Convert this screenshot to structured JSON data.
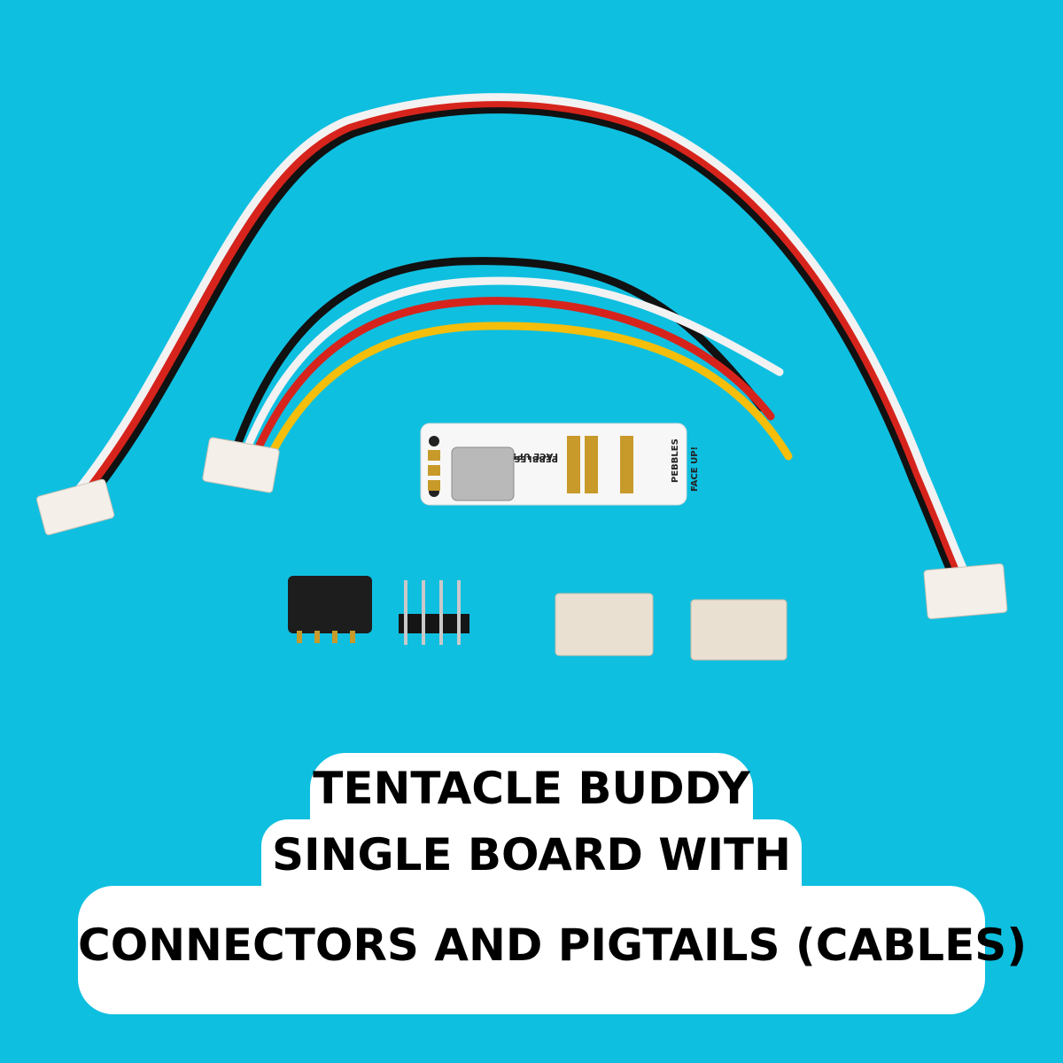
{
  "colors": {
    "background": "#0fbfe0",
    "caption_bg": "#ffffff",
    "caption_text": "#000000"
  },
  "caption": {
    "line1": "TENTACLE BUDDY",
    "line2": "SINGLE BOARD WITH",
    "line3": "CONNECTORS AND PIGTAILS (CABLES)"
  },
  "board": {
    "label_a": "PEBBLES",
    "label_b": "FACE UP!",
    "label_c": "PEBBLES",
    "label_d": "FACE UP!"
  }
}
